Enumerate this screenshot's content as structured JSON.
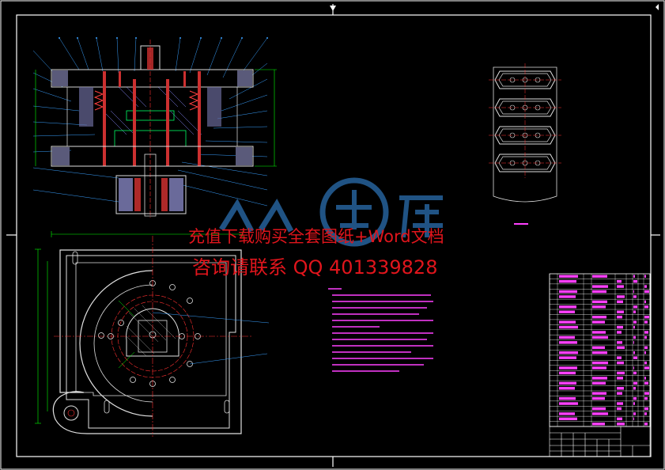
{
  "watermark": {
    "line1": "充值下载购买全套图纸+Word文档",
    "line2": "咨询请联系  QQ 401339828",
    "logo_text": "人人文库",
    "text_color": "#e0151c",
    "logo_color": "#2b6fb0"
  },
  "drawing": {
    "background": "#000000",
    "frame_color": "#ffffff",
    "geometry_color": "#00c8ff",
    "part_color": "#d8d8d8",
    "dimension_color": "#00ff00",
    "center_line_color": "#ff2020",
    "text_color": "#ff40ff",
    "views": [
      "main-section-view",
      "plan-view",
      "strip-layout",
      "technical-notes",
      "bill-of-materials",
      "title-block"
    ]
  }
}
